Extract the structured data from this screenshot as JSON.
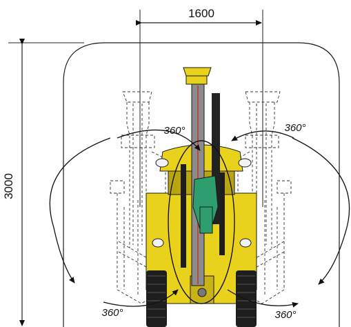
{
  "dimensions": {
    "width_label": "1600",
    "height_label": "3000"
  },
  "rotation_labels": {
    "upper_left": "360°",
    "upper_right": "360°",
    "lower_left": "360°",
    "lower_right": "360°"
  },
  "colors": {
    "machine_yellow": "#E8D21C",
    "machine_yellow_dark": "#B9A512",
    "hydraulic_green": "#2E9E6E",
    "steel_grey": "#8C8C8C",
    "outline": "#1A1A1A"
  }
}
